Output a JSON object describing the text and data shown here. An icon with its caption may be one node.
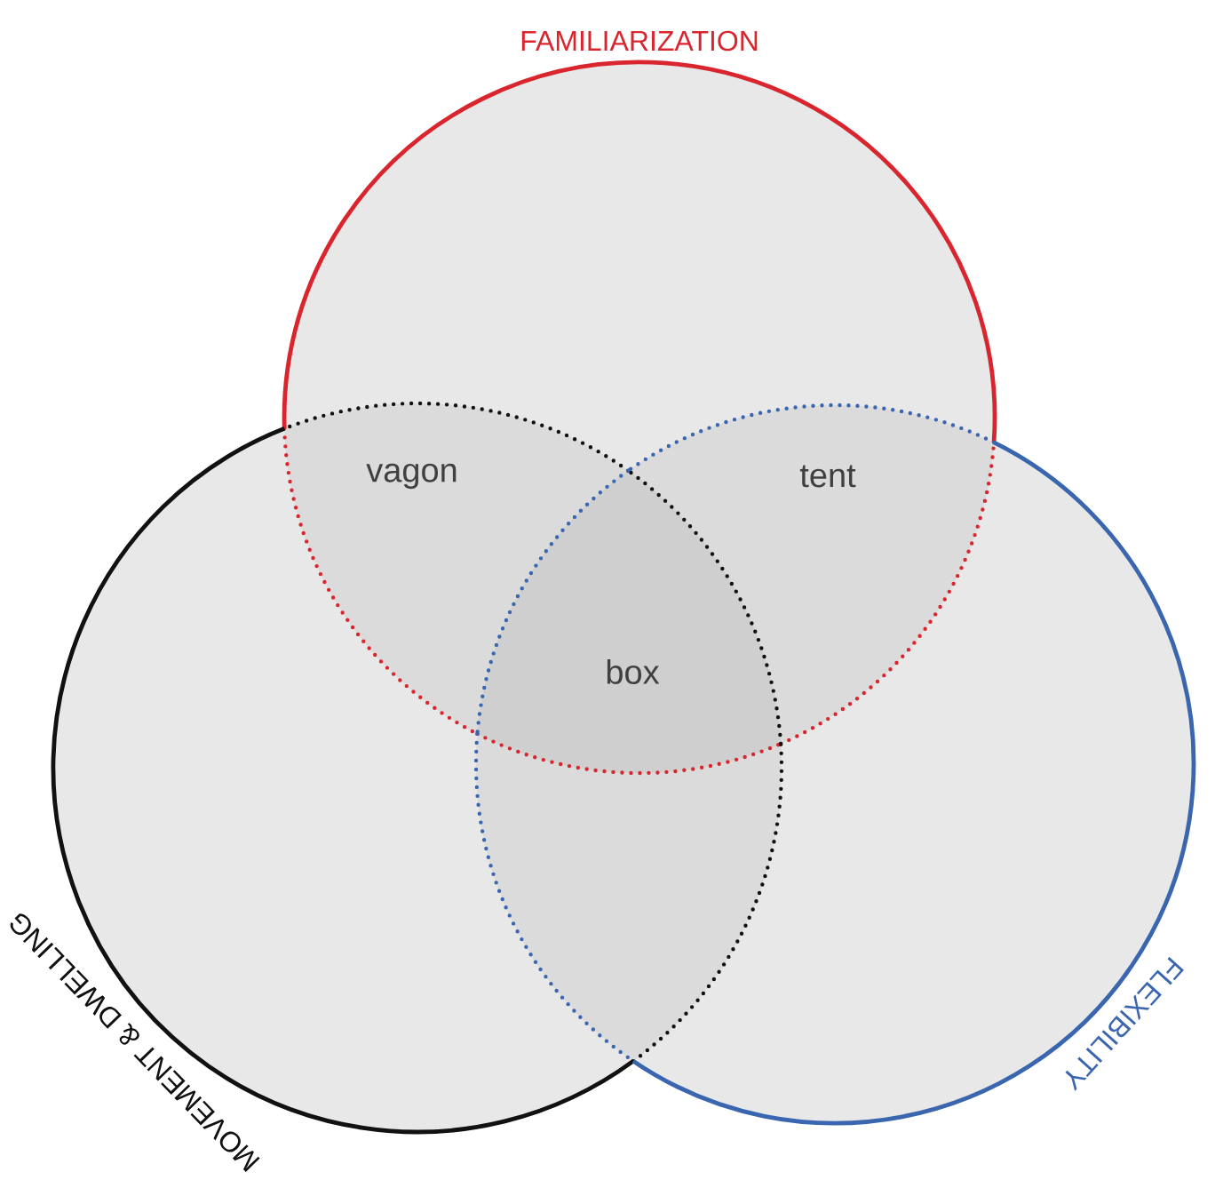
{
  "diagram": {
    "nodes": [
      {
        "text": [
          "FAMILIARIZATION"
        ]
      },
      {
        "text": [
          "MOVEMENT & DWELLING"
        ]
      },
      {
        "text": [
          "FLEXIBILITY"
        ]
      }
    ],
    "labels": [
      "vagon",
      "tent",
      "box"
    ]
  }
}
